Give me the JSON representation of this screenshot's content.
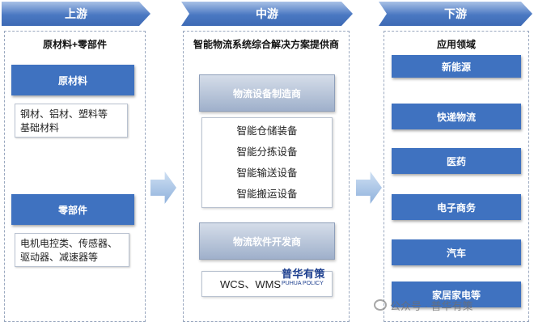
{
  "stages": {
    "upstream": "上游",
    "midstream": "中游",
    "downstream": "下游"
  },
  "upstream": {
    "header": "原材料+零部件",
    "raw_materials": {
      "title": "原材料",
      "desc_line1": "钢材、铝材、塑料等",
      "desc_line2": "基础材料"
    },
    "components": {
      "title": "零部件",
      "desc_line1": "电机电控类、传感器、",
      "desc_line2": "驱动器、减速器等"
    }
  },
  "midstream": {
    "header": "智能物流系统综合解决方案提供商",
    "equipment": {
      "title": "物流设备制造商",
      "items": [
        "智能仓储装备",
        "智能分拣设备",
        "智能输送设备",
        "智能搬运设备"
      ]
    },
    "software": {
      "title": "物流软件开发商",
      "items_text": "WCS、WMS",
      "overlay_logo": "普华有策",
      "overlay_sub": "PUHUA POLICY"
    }
  },
  "downstream": {
    "header": "应用领域",
    "items": [
      "新能源",
      "快递物流",
      "医药",
      "电子商务",
      "汽车",
      "家居家电等"
    ]
  },
  "watermark": "公众号 · 普华有策"
}
